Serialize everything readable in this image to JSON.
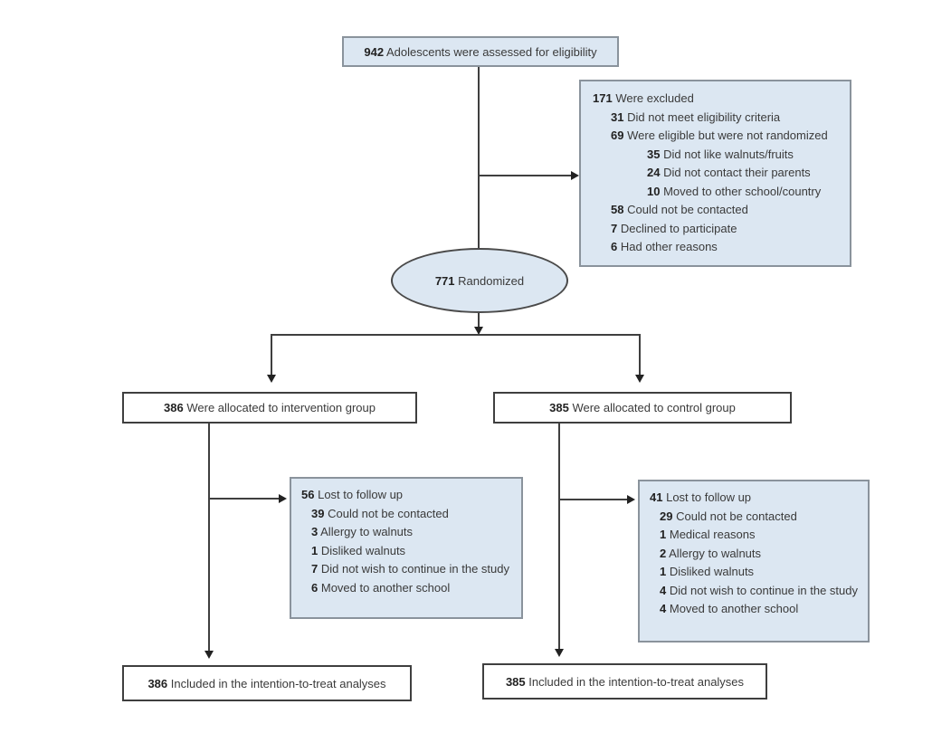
{
  "assessed": {
    "n": "942",
    "text": "Adolescents were assessed for eligibility"
  },
  "excluded": {
    "title": {
      "n": "171",
      "text": "Were excluded"
    },
    "items": [
      {
        "n": "31",
        "text": "Did not meet eligibility criteria"
      },
      {
        "n": "69",
        "text": "Were eligible but were not randomized"
      },
      {
        "n": "35",
        "text": "Did not like walnuts/fruits"
      },
      {
        "n": "24",
        "text": "Did not contact their parents"
      },
      {
        "n": "10",
        "text": "Moved to other school/country"
      },
      {
        "n": "58",
        "text": "Could not be contacted"
      },
      {
        "n": "7",
        "text": "Declined to participate"
      },
      {
        "n": "6",
        "text": "Had other reasons"
      }
    ]
  },
  "randomized": {
    "n": "771",
    "text": "Randomized"
  },
  "allocation_intervention": {
    "n": "386",
    "text": "Were allocated to intervention group"
  },
  "allocation_control": {
    "n": "385",
    "text": "Were allocated to control group"
  },
  "lost_intervention": {
    "title": {
      "n": "56",
      "text": "Lost to follow up"
    },
    "items": [
      {
        "n": "39",
        "text": "Could not be contacted"
      },
      {
        "n": "3",
        "text": "Allergy to walnuts"
      },
      {
        "n": "1",
        "text": "Disliked walnuts"
      },
      {
        "n": "7",
        "text": "Did not wish to continue in the study"
      },
      {
        "n": "6",
        "text": "Moved to another school"
      }
    ]
  },
  "lost_control": {
    "title": {
      "n": "41",
      "text": "Lost to follow up"
    },
    "items": [
      {
        "n": "29",
        "text": "Could not be contacted"
      },
      {
        "n": "1",
        "text": "Medical reasons"
      },
      {
        "n": "2",
        "text": "Allergy to walnuts"
      },
      {
        "n": "1",
        "text": "Disliked walnuts"
      },
      {
        "n": "4",
        "text": "Did not wish to continue in the study"
      },
      {
        "n": "4",
        "text": "Moved to another school"
      }
    ]
  },
  "itt_intervention": {
    "n": "386",
    "text": "Included in the intention-to-treat analyses"
  },
  "itt_control": {
    "n": "385",
    "text": "Included in the intention-to-treat analyses"
  },
  "colors": {
    "node_fill": "#dce7f2",
    "node_border": "#8a939c",
    "outline_border": "#3f3f3f",
    "connector": "#3f3f3f"
  }
}
